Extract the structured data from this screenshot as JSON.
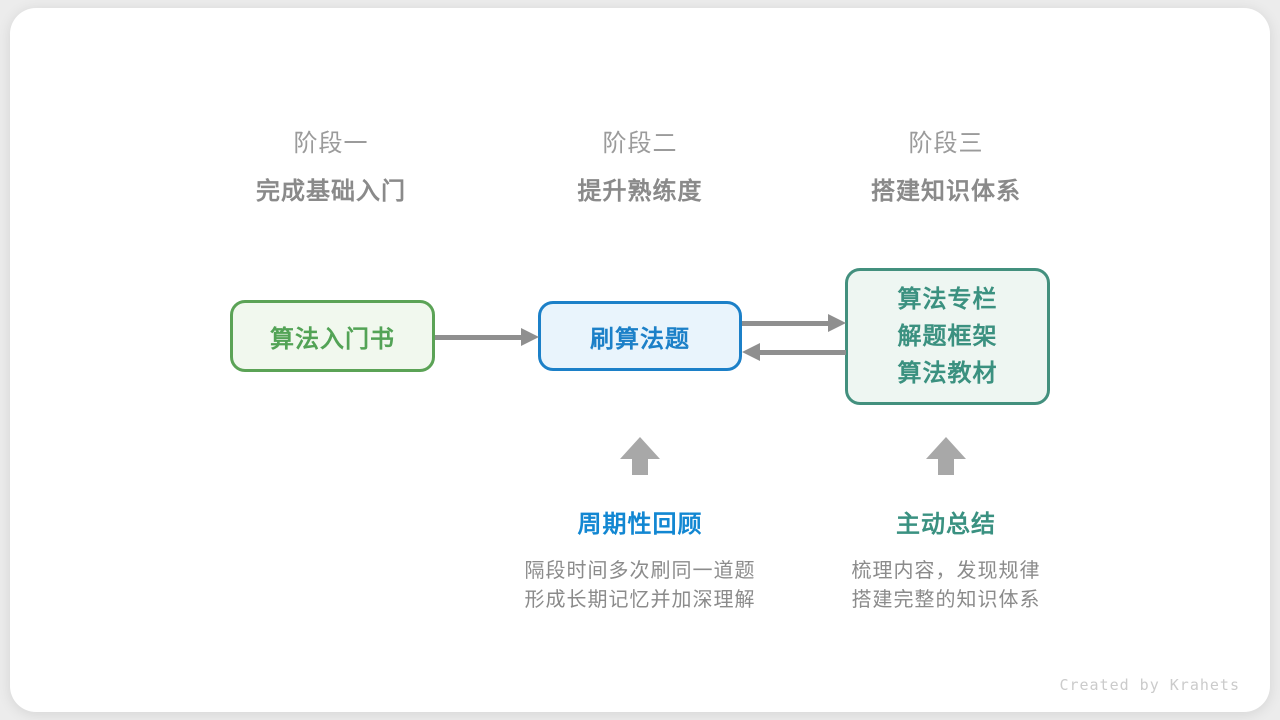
{
  "stages": [
    {
      "label": "阶段一",
      "subtitle": "完成基础入门"
    },
    {
      "label": "阶段二",
      "subtitle": "提升熟练度"
    },
    {
      "label": "阶段三",
      "subtitle": "搭建知识体系"
    }
  ],
  "boxes": {
    "intro_book": {
      "label": "算法入门书",
      "text_color": "#53a356",
      "border_color": "#5ba356",
      "background": "#f1f8ee"
    },
    "practice": {
      "label": "刷算法题",
      "text_color": "#1c80c8",
      "border_color": "#1c80c8",
      "background": "#e9f4fc"
    },
    "resources": {
      "lines": [
        "算法专栏",
        "解题框架",
        "算法教材"
      ],
      "text_color": "#3b9180",
      "border_color": "#43907e",
      "background": "#eef6f2"
    }
  },
  "annotations": {
    "review": {
      "title": "周期性回顾",
      "title_color": "#1287d2",
      "desc": [
        "隔段时间多次刷同一道题",
        "形成长期记忆并加深理解"
      ]
    },
    "summary": {
      "title": "主动总结",
      "title_color": "#3a9181",
      "desc": [
        "梳理内容，发现规律",
        "搭建完整的知识体系"
      ]
    }
  },
  "arrows": {
    "flow_color": "#8f8f8f",
    "up_color": "#a8a8a8"
  },
  "credit": "Created by Krahets"
}
